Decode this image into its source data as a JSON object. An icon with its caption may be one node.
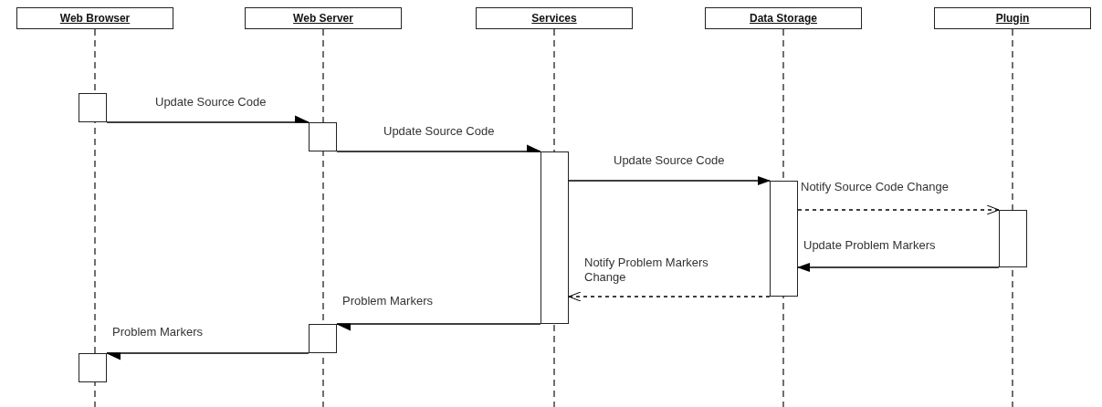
{
  "diagram": {
    "nodes": [
      {
        "text": [
          "Web Browser"
        ]
      },
      {
        "text": [
          "Web Server"
        ]
      },
      {
        "text": [
          "Services"
        ]
      },
      {
        "text": [
          "Data Storage"
        ]
      },
      {
        "text": [
          "Plugin"
        ]
      },
      {
        "text": [],
        "shape": "box"
      },
      {
        "text": [],
        "shape": "box"
      },
      {
        "text": [],
        "shape": "box"
      },
      {
        "text": [],
        "shape": "box"
      },
      {
        "text": [],
        "shape": "box"
      },
      {
        "text": [],
        "shape": "box"
      },
      {
        "text": [],
        "shape": "box"
      }
    ],
    "edges": [
      {
        "from": 5,
        "to": 6,
        "arrow": "to",
        "label": "Update Source Code"
      },
      {
        "from": 6,
        "to": 7,
        "arrow": "to",
        "label": "Update Source Code"
      },
      {
        "from": 7,
        "to": 8,
        "arrow": "to",
        "label": "Update Source Code"
      },
      {
        "from": 8,
        "to": 9,
        "arrow": "to",
        "label": "Notify Source Code Change",
        "style": "dashed"
      },
      {
        "from": 9,
        "to": 8,
        "arrow": "to",
        "label": "Update Problem Markers"
      },
      {
        "from": 8,
        "to": 7,
        "arrow": "to",
        "label": "Notify Problem Markers Change",
        "style": "dashed"
      },
      {
        "from": 7,
        "to": 10,
        "arrow": "to",
        "label": "Problem Markers"
      },
      {
        "from": 10,
        "to": 11,
        "arrow": "to",
        "label": "Problem Markers"
      }
    ]
  }
}
